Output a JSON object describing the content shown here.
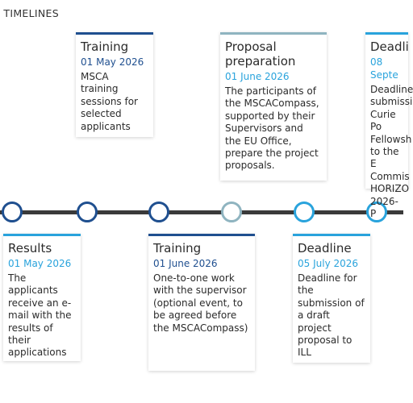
{
  "section_title": "O TIMELINES",
  "colors": {
    "dark_blue": "#1f4f8f",
    "light_blue": "#29a3dc",
    "grey_blue": "#8fb4c0",
    "line": "#3a3a3a"
  },
  "top_cards": [
    {
      "title": "Training",
      "date": "01 May 2026",
      "desc": "MSCA training sessions for selected applicants"
    },
    {
      "title": "Proposal preparation",
      "date": "01 June 2026",
      "desc": "The participants of the MSCACompass, supported by their Supervisors and the EU Office, prepare the project proposals."
    },
    {
      "title": "Deadli",
      "date": "08 Septe",
      "desc": "Deadline submissi Curie Po Fellowsh to the E Commis HORIZO 2026-P"
    }
  ],
  "bottom_cards": [
    {
      "title": "Results",
      "date": "01 May 2026",
      "desc": "The applicants receive an e-mail with the results of their applications"
    },
    {
      "title": "Training",
      "date": "01 June 2026",
      "desc": "One-to-one work with the supervisor (optional event, to be agreed before the MSCACompass)"
    },
    {
      "title": "Deadline",
      "date": "05 July 2026",
      "desc": "Deadline for the submission of a draft project proposal to ILL"
    }
  ]
}
